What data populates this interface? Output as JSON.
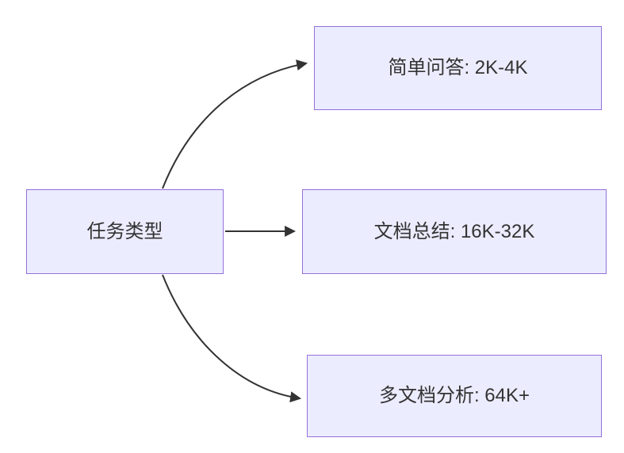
{
  "colors": {
    "node_fill": "#ECECFF",
    "node_border": "#9370DB",
    "arrow": "#333333",
    "text": "#333333",
    "background": "#ffffff"
  },
  "diagram": {
    "root": {
      "label": "任务类型"
    },
    "branches": [
      {
        "label": "简单问答: 2K-4K"
      },
      {
        "label": "文档总结: 16K-32K"
      },
      {
        "label": "多文档分析: 64K+"
      }
    ],
    "edges": [
      {
        "from": "任务类型",
        "to": "简单问答: 2K-4K"
      },
      {
        "from": "任务类型",
        "to": "文档总结: 16K-32K"
      },
      {
        "from": "任务类型",
        "to": "多文档分析: 64K+"
      }
    ]
  }
}
